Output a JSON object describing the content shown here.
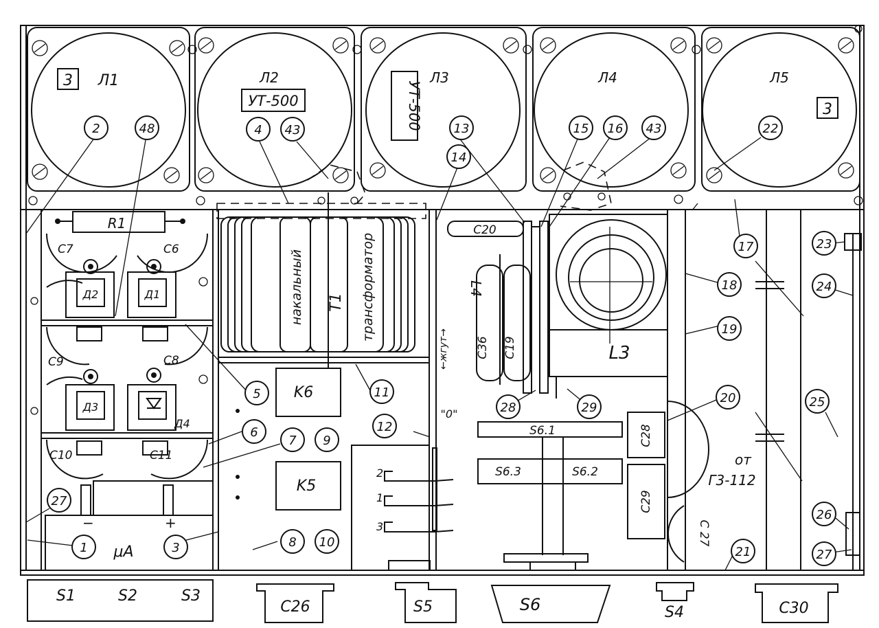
{
  "tubes": [
    {
      "id": "tube-l1",
      "label": "Л1",
      "mark": "3",
      "callouts": [
        "2",
        "48"
      ]
    },
    {
      "id": "tube-l2",
      "label": "Л2",
      "type": "УТ-500",
      "callouts": [
        "4",
        "43"
      ]
    },
    {
      "id": "tube-l3",
      "label": "Л3",
      "type": "УТ-500",
      "callouts": [
        "13",
        "14"
      ]
    },
    {
      "id": "tube-l4",
      "label": "Л4",
      "callouts": [
        "15",
        "16",
        "43"
      ]
    },
    {
      "id": "tube-l5",
      "label": "Л5",
      "mark": "3",
      "callouts": [
        "22"
      ]
    }
  ],
  "components": {
    "r1": "R1",
    "c6": "C6",
    "c7": "C7",
    "c8": "C8",
    "c9": "C9",
    "c10": "C10",
    "c11": "C11",
    "d1": "Д1",
    "d2": "Д2",
    "d3": "Д3",
    "d4": "Д4",
    "meter_unit": "μA",
    "meter_minus": "−",
    "meter_plus": "+",
    "k5": "K5",
    "k6": "K6",
    "t1": "T1",
    "t1_text_a": "накальный",
    "t1_text_b": "трансформатор",
    "c20": "C20",
    "l4": "L4",
    "c36": "C36",
    "c19": "C19",
    "l3": "L3",
    "harness": "←жгут→",
    "zero": "\"0\"",
    "s6_1": "S6.1",
    "s6_2": "S6.2",
    "s6_3": "S6.3",
    "c28": "C28",
    "c29": "C29",
    "c27": "C 27",
    "from_label": "от",
    "g3_label": "Г3-112",
    "pos1": "1",
    "pos2": "2",
    "pos3": "3"
  },
  "callouts": [
    "1",
    "3",
    "5",
    "6",
    "7",
    "8",
    "9",
    "10",
    "11",
    "12",
    "17",
    "18",
    "19",
    "20",
    "21",
    "23",
    "24",
    "25",
    "26",
    "27",
    "28",
    "29"
  ],
  "bottom_labels": [
    "S1",
    "S2",
    "S3",
    "C26",
    "S5",
    "S6",
    "S4",
    "C30"
  ]
}
